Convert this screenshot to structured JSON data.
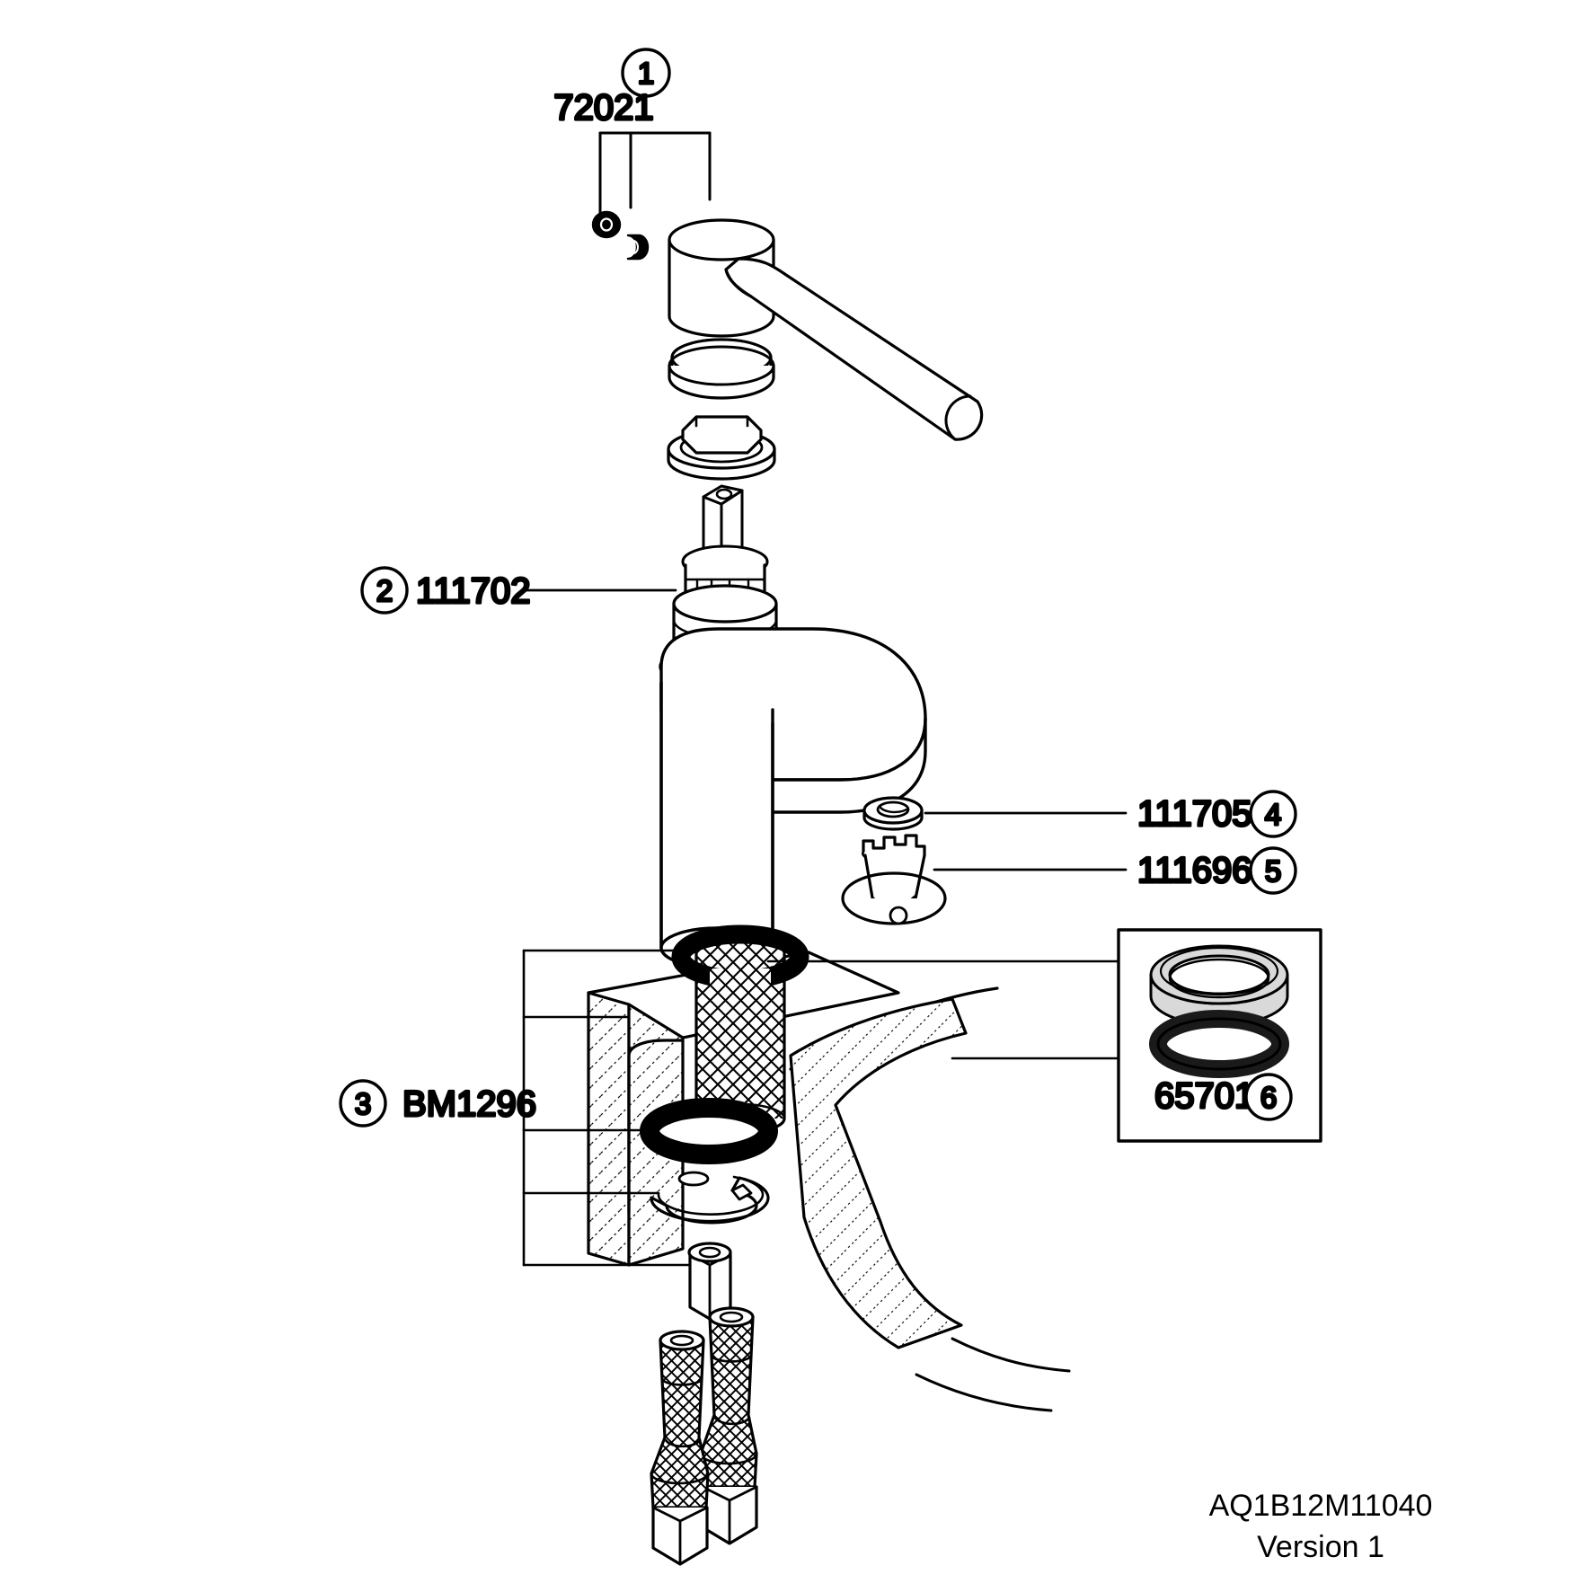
{
  "document": {
    "type": "exploded-parts-diagram",
    "product": "single-lever basin mixer tap",
    "model_code": "AQ1B12M11040",
    "version": "Version 1"
  },
  "callouts": [
    {
      "id": "1",
      "number": "1",
      "part_number": "72021",
      "name": "handle-assembly-callout",
      "position": "top-center"
    },
    {
      "id": "2",
      "number": "2",
      "part_number": "111702",
      "name": "cartridge-callout",
      "position": "left"
    },
    {
      "id": "3",
      "number": "3",
      "part_number": "BM1296",
      "name": "mounting-kit-callout",
      "position": "left"
    },
    {
      "id": "4",
      "number": "4",
      "part_number": "111705",
      "name": "aerator-washer-callout",
      "position": "right"
    },
    {
      "id": "5",
      "number": "5",
      "part_number": "111696",
      "name": "aerator-callout",
      "position": "right"
    },
    {
      "id": "6",
      "number": "6",
      "part_number": "65701",
      "name": "seal-kit-callout",
      "position": "inset-box"
    }
  ],
  "inset": {
    "label": "65701",
    "number": "6",
    "contents": [
      "spacer-ring",
      "o-ring"
    ]
  },
  "footer": {
    "line1": "AQ1B12M11040",
    "line2": "Version 1"
  },
  "colors": {
    "line": "#000000",
    "background": "#ffffff",
    "shade_gray": "#d9d9d9",
    "seal_black": "#1a1a1a"
  }
}
